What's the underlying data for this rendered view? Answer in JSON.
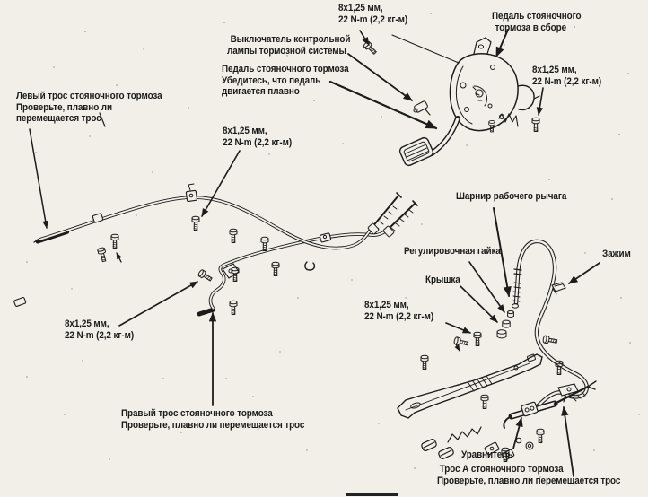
{
  "colors": {
    "paper": "#f2efe9",
    "ink": "#1c1c1c"
  },
  "labels": {
    "torque_note": {
      "line1": "8x1,25 мм,",
      "line2": "22 N-m (2,2 кг-м)"
    },
    "pedal_assembly": {
      "line1": "Педаль стояночного",
      "line2": "тормоза в сборе"
    },
    "lamp_switch": {
      "line1": "Выключатель контрольной",
      "line2": "лампы тормозной системы"
    },
    "pedal_smooth": {
      "line1": "Педаль стояночного тормоза",
      "line2": "Убедитесь, что педаль",
      "line3": "двигается плавно"
    },
    "left_cable": {
      "line1": "Левый трос стояночного тормоза",
      "line2": "Проверьте, плавно ли",
      "line3": "перемещается трос"
    },
    "lever_hinge": {
      "line1": "Шарнир рабочего рычага"
    },
    "adjusting_nut": {
      "line1": "Регулировочная гайка"
    },
    "clamp": {
      "line1": "Зажим"
    },
    "cap": {
      "line1": "Крышка"
    },
    "right_cable": {
      "line1": "Правый трос стояночного тормоза",
      "line2": "Проверьте, плавно ли перемещается трос"
    },
    "equalizer": {
      "line1": "Уравнитель"
    },
    "cable_a": {
      "line1": "Трос А стояночного тормоза",
      "line2": "Проверьте, плавно ли перемещается трос"
    }
  }
}
